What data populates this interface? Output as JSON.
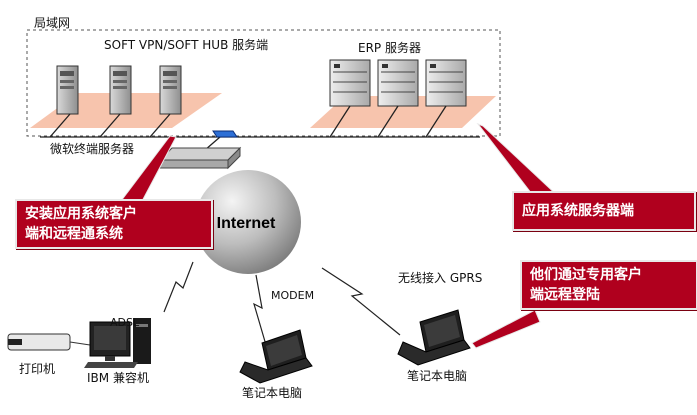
{
  "labels": {
    "lan": "局域网",
    "vpn_servers": "SOFT VPN/SOFT HUB 服务端",
    "erp_servers": "ERP 服务器",
    "ms_terminal": "微软终端服务器",
    "internet": "Internet",
    "adsl": "ADSL",
    "modem": "MODEM",
    "gprs": "无线接入 GPRS",
    "printer": "打印机",
    "ibm": "IBM 兼容机",
    "laptop_mid": "笔记本电脑",
    "laptop_right": "笔记本电脑"
  },
  "callouts": {
    "left_line1": "安装应用系统客户",
    "left_line2": "端和远程通系统",
    "right": "应用系统服务器端",
    "bottom_line1": "他们通过专用客户",
    "bottom_line2": "端远程登陆"
  },
  "colors": {
    "callout_red": "#b0001e",
    "platform_pink": "#f7c4ad",
    "lan_border": "#555555",
    "globe": "#b5b5b5"
  }
}
